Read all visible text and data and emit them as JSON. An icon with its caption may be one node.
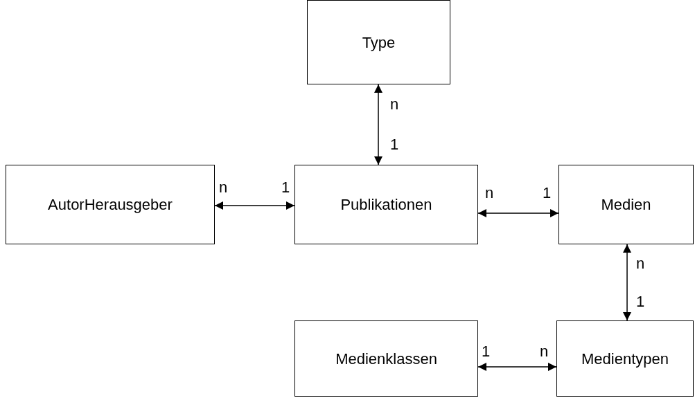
{
  "diagram": {
    "nodes": [
      {
        "text": [
          "Type"
        ]
      },
      {
        "text": [
          "AutorHerausgeber"
        ]
      },
      {
        "text": [
          "Publikationen"
        ]
      },
      {
        "text": [
          "Medien"
        ]
      },
      {
        "text": [
          "Medienklassen"
        ]
      },
      {
        "text": [
          "Medientypen"
        ]
      }
    ],
    "edges": [
      {
        "from": 0,
        "to": 2,
        "arrow": "both"
      },
      {
        "from": 1,
        "to": 2,
        "arrow": "both"
      },
      {
        "from": 2,
        "to": 3,
        "arrow": "both"
      },
      {
        "from": 3,
        "to": 5,
        "arrow": "both"
      },
      {
        "from": 4,
        "to": 5,
        "arrow": "both"
      }
    ],
    "labels": [
      "n",
      "1",
      "n",
      "1",
      "n",
      "1",
      "n",
      "1",
      "1",
      "n"
    ]
  }
}
